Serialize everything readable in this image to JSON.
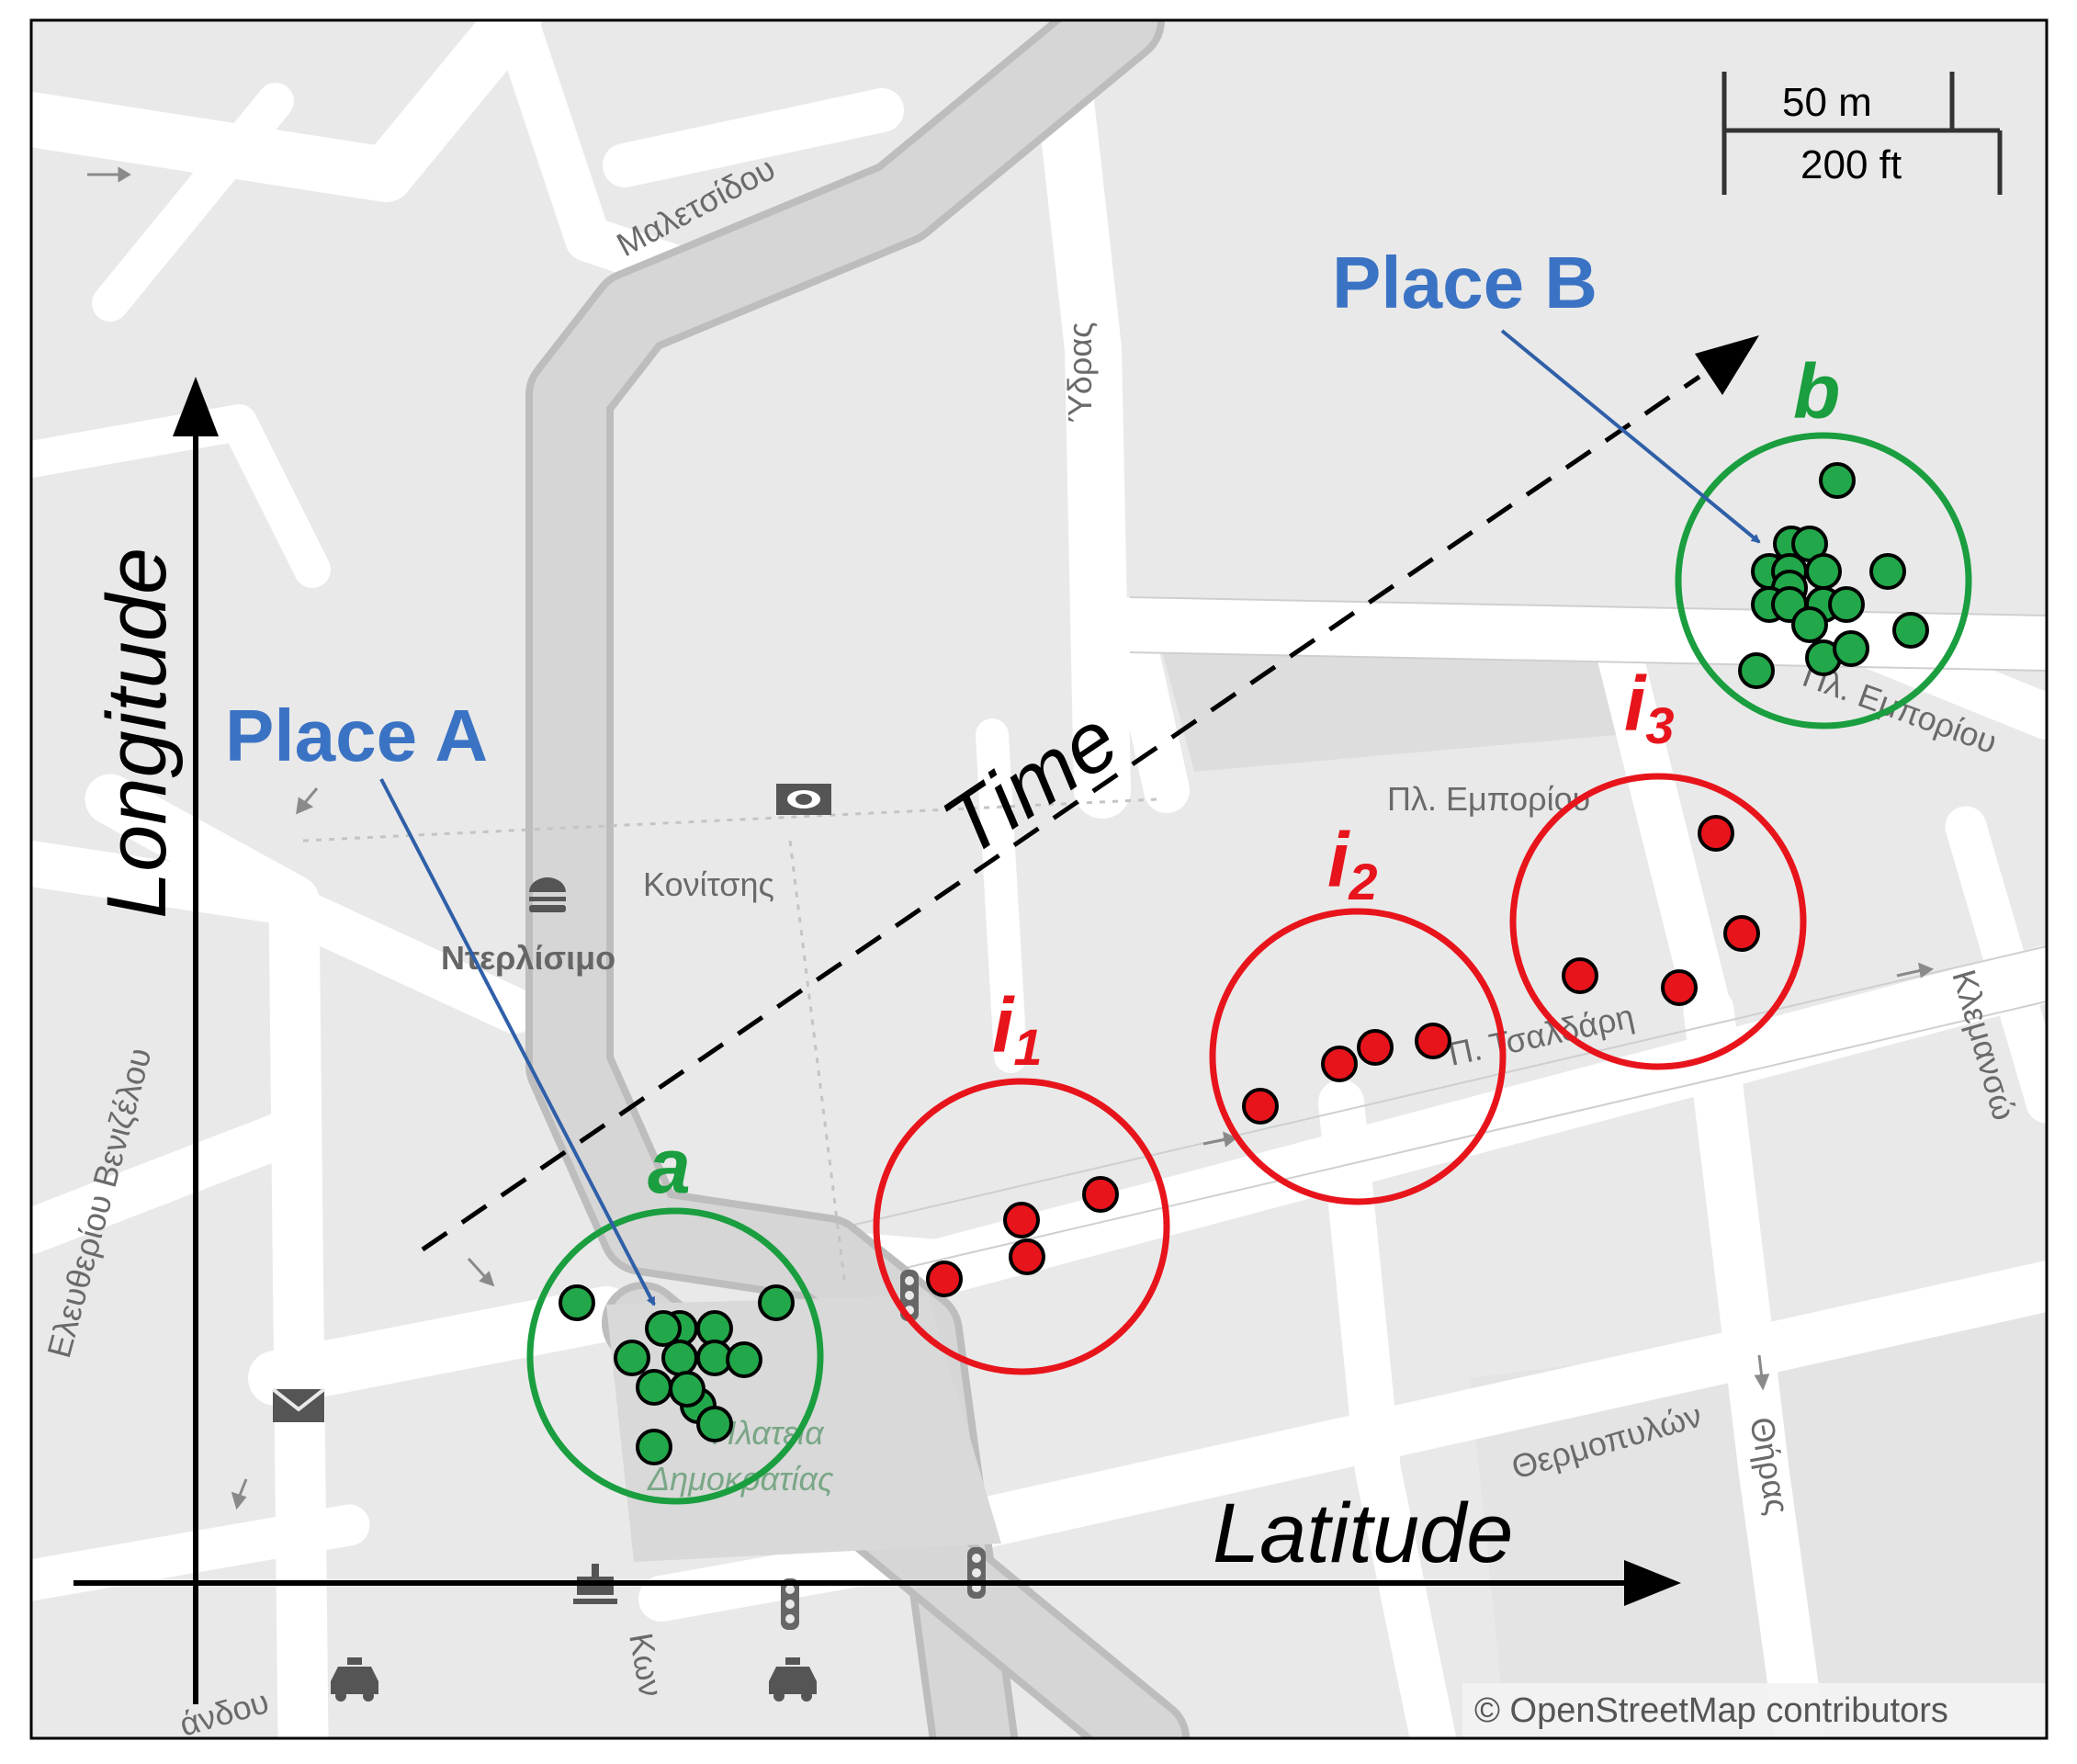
{
  "scale_bar": {
    "metric": "50 m",
    "imperial": "200 ft"
  },
  "axes": {
    "x_label": "Latitude",
    "y_label": "Longitude",
    "time_label": "Time"
  },
  "places": [
    {
      "name": "Place A",
      "cluster": "a"
    },
    {
      "name": "Place B",
      "cluster": "b"
    }
  ],
  "intermediate_clusters": [
    {
      "letter": "i",
      "sub": "1"
    },
    {
      "letter": "i",
      "sub": "2"
    },
    {
      "letter": "i",
      "sub": "3"
    }
  ],
  "streets": {
    "maletsidou": "Μαλετσίδου",
    "ydras": "Ύδρας",
    "pl_emporiou": "Πλ. Εμπορίου",
    "pl_emporiou_2": "Πλ. Εμπορίου",
    "konitsis": "Κονίτσης",
    "eleftheriou": "Ελευθερίου Βενιζέλου",
    "tsaldari": "Π. Τσαλδάρη",
    "klemansou": "Κλεμανσώ",
    "thermopylon": "Θερμοπυλών",
    "thiras": "Θήρας",
    "plateia_1": "Πλατεία",
    "plateia_2": "Δημοκρατίας",
    "kon": "Κων",
    "agdou": "άνδου"
  },
  "poi": {
    "nterlisimo": "Ντερλίσιμο"
  },
  "attribution": "© OpenStreetMap contributors",
  "colors": {
    "green_cluster": "#1a9e3f",
    "green_point": "#22a84a",
    "red_cluster": "#e8141b",
    "red_point": "#e8141b",
    "place_label": "#3b73c4",
    "map_bg": "#e9e9e9",
    "road": "#ffffff",
    "main_road": "#d4d4d4"
  }
}
